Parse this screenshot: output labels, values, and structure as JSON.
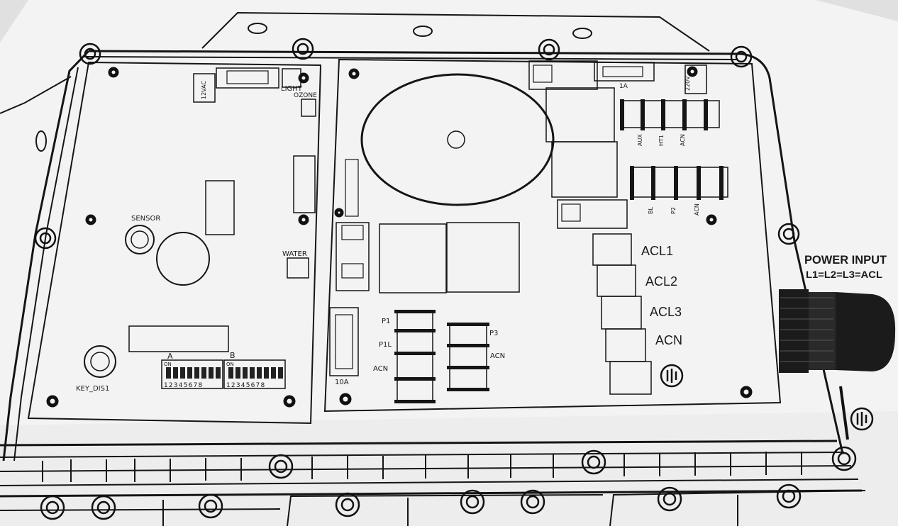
{
  "labels": {
    "sensor": "SENSOR",
    "water": "WATER",
    "light": "LIGHT",
    "ozone": "OZONE",
    "key_dis": "KEY_DIS1",
    "dip_a": "A",
    "dip_b": "B",
    "dip_on": "ON",
    "dip_numbers": "12345678",
    "fuse_small_rating": "1A",
    "fuse_large_rating": "10A",
    "volt_220": "220V",
    "volt_12": "12VAC",
    "aux": "AUX",
    "ht1": "HT1",
    "acn": "ACN",
    "bl": "BL",
    "p2": "P2",
    "p1": "P1",
    "p1l": "P1L",
    "p3": "P3",
    "acl1": "ACL1",
    "acl2": "ACL2",
    "acl3": "ACL3",
    "power_input": "POWER INPUT",
    "power_eq": "L1=L2=L3=ACL"
  }
}
